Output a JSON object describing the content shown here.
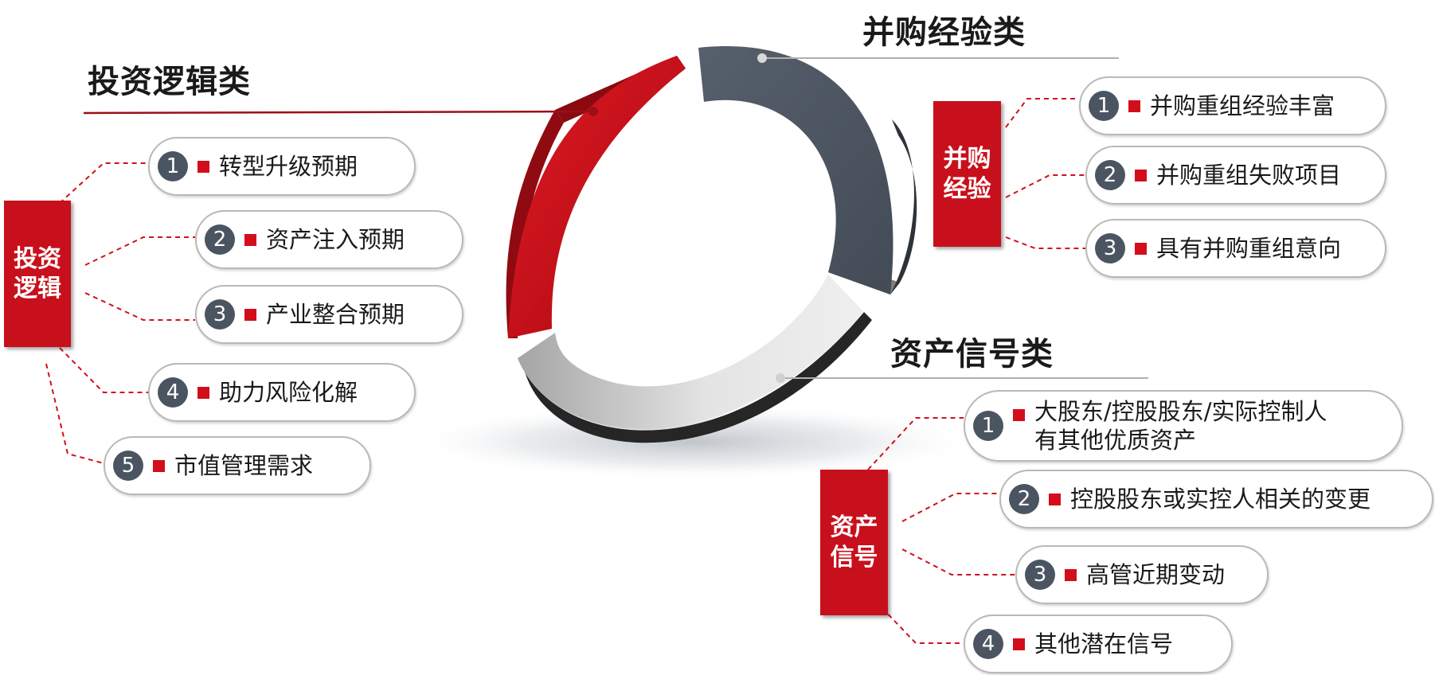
{
  "categories": {
    "investment": {
      "title": "投资逻辑类",
      "tag": "投资\n逻辑",
      "items": [
        {
          "num": "1",
          "text": "转型升级预期"
        },
        {
          "num": "2",
          "text": "资产注入预期"
        },
        {
          "num": "3",
          "text": "产业整合预期"
        },
        {
          "num": "4",
          "text": "助力风险化解"
        },
        {
          "num": "5",
          "text": "市值管理需求"
        }
      ]
    },
    "ma": {
      "title": "并购经验类",
      "tag": "并购\n经验",
      "items": [
        {
          "num": "1",
          "text": "并购重组经验丰富"
        },
        {
          "num": "2",
          "text": "并购重组失败项目"
        },
        {
          "num": "3",
          "text": "具有并购重组意向"
        }
      ]
    },
    "asset": {
      "title": "资产信号类",
      "tag": "资产\n信号",
      "items": [
        {
          "num": "1",
          "text": "大股东/控股股东/实际控制人\n有其他优质资产"
        },
        {
          "num": "2",
          "text": "控股股东或实控人相关的变更"
        },
        {
          "num": "3",
          "text": "高管近期变动"
        },
        {
          "num": "4",
          "text": "其他潜在信号"
        }
      ]
    }
  },
  "colors": {
    "accent_red": "#c8101c",
    "segment_dark": "#4b5562",
    "segment_light": "#d4d4d4",
    "connector": "#d0101c"
  }
}
